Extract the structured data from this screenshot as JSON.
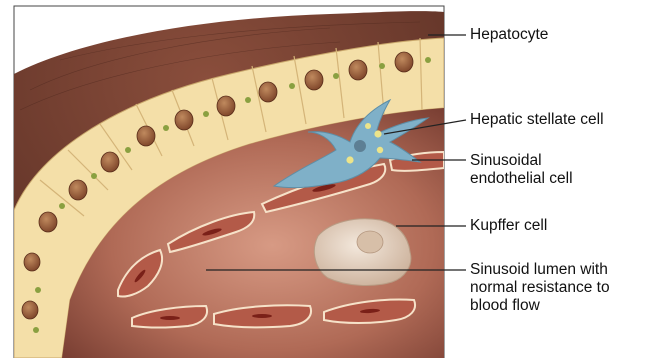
{
  "labels": {
    "hepatocyte": "Hepatocyte",
    "stellate": "Hepatic stellate cell",
    "endothelial": "Sinusoidal\nendothelial cell",
    "kupffer": "Kupffer cell",
    "lumen": "Sinusoid lumen with\nnormal resistance to\nblood flow"
  },
  "colors": {
    "hepatocyte_cytoplasm": "#f4dfa8",
    "hepatocyte_nucleus": "#9b5c37",
    "liver_tissue": "#6e3d2f",
    "sinusoid_wall": "#b9735f",
    "endothelial_nucleus": "#8a2c22",
    "stellate_cell": "#7fb0c8",
    "kupffer_cell": "#e6d6c4",
    "leader_line": "#222222"
  }
}
